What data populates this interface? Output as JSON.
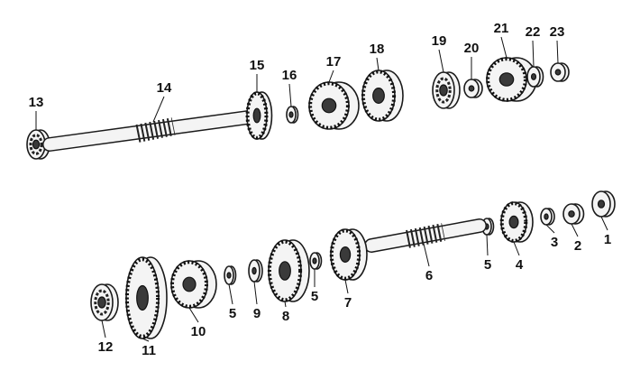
{
  "diagram": {
    "title": "Gearbox shafts exploded view",
    "parts": [
      {
        "label": "13",
        "kind": "bearing"
      },
      {
        "label": "14",
        "kind": "shaft"
      },
      {
        "label": "15",
        "kind": "gear"
      },
      {
        "label": "16",
        "kind": "ring"
      },
      {
        "label": "17",
        "kind": "gear"
      },
      {
        "label": "18",
        "kind": "gear"
      },
      {
        "label": "19",
        "kind": "bearing"
      },
      {
        "label": "20",
        "kind": "bushing"
      },
      {
        "label": "21",
        "kind": "sprocket"
      },
      {
        "label": "22",
        "kind": "washer"
      },
      {
        "label": "23",
        "kind": "nut"
      },
      {
        "label": "1",
        "kind": "seal"
      },
      {
        "label": "2",
        "kind": "bushing"
      },
      {
        "label": "3",
        "kind": "ring"
      },
      {
        "label": "4",
        "kind": "gear"
      },
      {
        "label": "5",
        "kind": "ring"
      },
      {
        "label": "6",
        "kind": "shaft"
      },
      {
        "label": "7",
        "kind": "gear"
      },
      {
        "label": "5",
        "kind": "ring"
      },
      {
        "label": "8",
        "kind": "gear"
      },
      {
        "label": "9",
        "kind": "washer"
      },
      {
        "label": "5",
        "kind": "ring"
      },
      {
        "label": "10",
        "kind": "gear"
      },
      {
        "label": "11",
        "kind": "gear"
      },
      {
        "label": "12",
        "kind": "bearing"
      }
    ]
  }
}
